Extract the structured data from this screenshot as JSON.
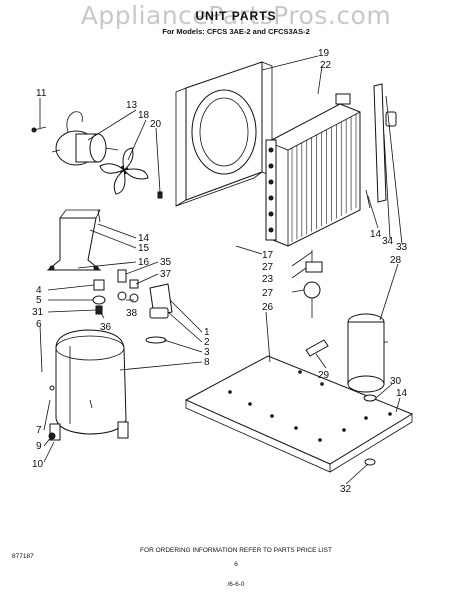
{
  "watermark": "AppliancePartsPros.com",
  "title": "UNIT PARTS",
  "subtitle": "For Models: CFCS 3AE-2 and CFCS3AS-2",
  "callouts": [
    {
      "id": "c11",
      "text": "11"
    },
    {
      "id": "c13",
      "text": "13"
    },
    {
      "id": "c18",
      "text": "18"
    },
    {
      "id": "c20",
      "text": "20"
    },
    {
      "id": "c19",
      "text": "19"
    },
    {
      "id": "c22",
      "text": "22"
    },
    {
      "id": "c14a",
      "text": "14"
    },
    {
      "id": "c15",
      "text": "15"
    },
    {
      "id": "c16",
      "text": "16"
    },
    {
      "id": "c35",
      "text": "35"
    },
    {
      "id": "c37",
      "text": "37"
    },
    {
      "id": "c4",
      "text": "4"
    },
    {
      "id": "c5",
      "text": "5"
    },
    {
      "id": "c31",
      "text": "31"
    },
    {
      "id": "c6a",
      "text": "6"
    },
    {
      "id": "c36",
      "text": "36"
    },
    {
      "id": "c38",
      "text": "38"
    },
    {
      "id": "c1",
      "text": "1"
    },
    {
      "id": "c2",
      "text": "2"
    },
    {
      "id": "c3",
      "text": "3"
    },
    {
      "id": "c8",
      "text": "8"
    },
    {
      "id": "c7",
      "text": "7"
    },
    {
      "id": "c9",
      "text": "9"
    },
    {
      "id": "c10",
      "text": "10"
    },
    {
      "id": "c17",
      "text": "17"
    },
    {
      "id": "c27a",
      "text": "27"
    },
    {
      "id": "c23",
      "text": "23"
    },
    {
      "id": "c27b",
      "text": "27"
    },
    {
      "id": "c26",
      "text": "26"
    },
    {
      "id": "c14b",
      "text": "14"
    },
    {
      "id": "c34",
      "text": "34"
    },
    {
      "id": "c33",
      "text": "33"
    },
    {
      "id": "c28",
      "text": "28"
    },
    {
      "id": "c29",
      "text": "29"
    },
    {
      "id": "c30",
      "text": "30"
    },
    {
      "id": "c14c",
      "text": "14"
    },
    {
      "id": "c32",
      "text": "32"
    }
  ],
  "footer": {
    "code": "877187",
    "ordering_note": "FOR ORDERING INFORMATION REFER TO PARTS PRICE LIST",
    "page_number": "6",
    "bottom_mark": "/6-6-0"
  }
}
